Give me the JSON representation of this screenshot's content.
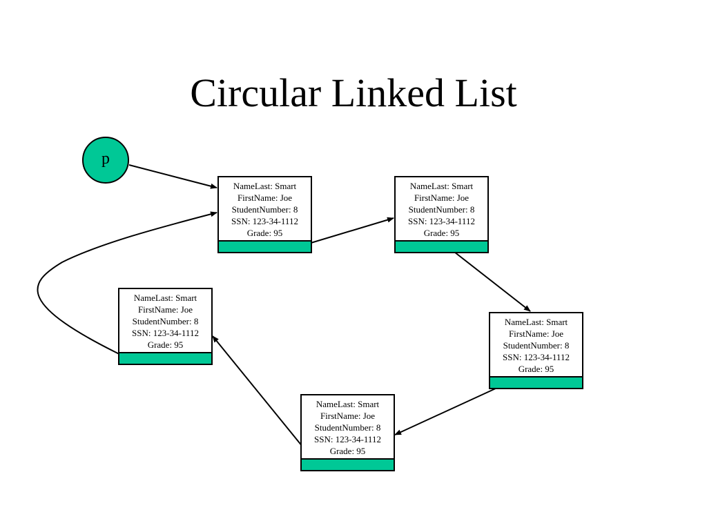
{
  "title": "Circular Linked List",
  "pointer": {
    "label": "p"
  },
  "colors": {
    "pointer_fill": "#00c896",
    "next_field_fill": "#00c896",
    "stroke": "#000000"
  },
  "nodes": [
    {
      "name_last": "NameLast: Smart",
      "first_name": "FirstName: Joe",
      "student_number": "StudentNumber: 8",
      "ssn": "SSN: 123-34-1112",
      "grade": "Grade: 95"
    },
    {
      "name_last": "NameLast: Smart",
      "first_name": "FirstName: Joe",
      "student_number": "StudentNumber: 8",
      "ssn": "SSN: 123-34-1112",
      "grade": "Grade: 95"
    },
    {
      "name_last": "NameLast: Smart",
      "first_name": "FirstName: Joe",
      "student_number": "StudentNumber: 8",
      "ssn": "SSN: 123-34-1112",
      "grade": "Grade: 95"
    },
    {
      "name_last": "NameLast: Smart",
      "first_name": "FirstName: Joe",
      "student_number": "StudentNumber: 8",
      "ssn": "SSN: 123-34-1112",
      "grade": "Grade: 95"
    },
    {
      "name_last": "NameLast: Smart",
      "first_name": "FirstName: Joe",
      "student_number": "StudentNumber: 8",
      "ssn": "SSN: 123-34-1112",
      "grade": "Grade: 95"
    }
  ]
}
